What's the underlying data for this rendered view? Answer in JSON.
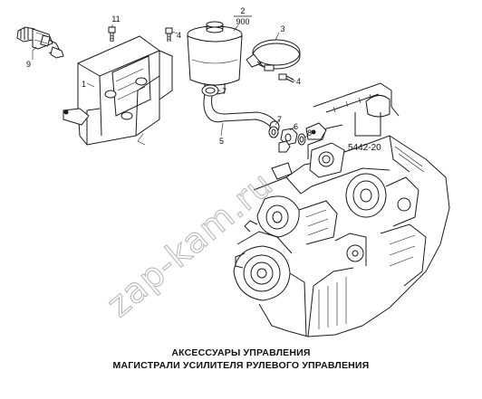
{
  "diagram": {
    "callouts": {
      "c1": "1",
      "c2": "2",
      "c900": "900",
      "c3": "3",
      "c4a": "4",
      "c4b": "4",
      "c5": "5",
      "c6": "6",
      "c7a": "7",
      "c7b": "7",
      "c8": "8",
      "c9": "9",
      "c11": "11"
    },
    "figure_code": "5442-20"
  },
  "watermark": "zap-kam.ru",
  "caption": {
    "line1": "АКСЕССУАРЫ УПРАВЛЕНИЯ",
    "line2": "МАГИСТРАЛИ УСИЛИТЕЛЯ РУЛЕВОГО УПРАВЛЕНИЯ"
  }
}
